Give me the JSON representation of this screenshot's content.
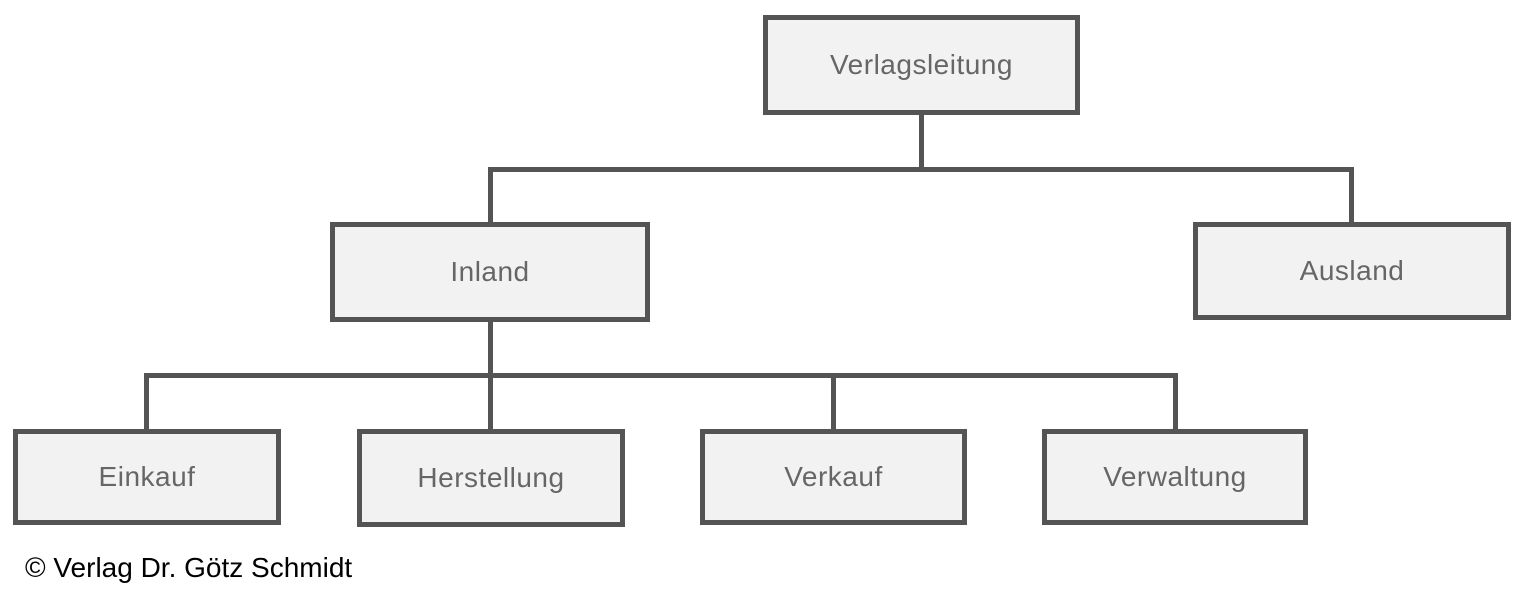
{
  "diagram": {
    "type": "org-chart",
    "nodes": {
      "verlagsleitung": {
        "label": "Verlagsleitung",
        "level": 1,
        "parent": null
      },
      "inland": {
        "label": "Inland",
        "level": 2,
        "parent": "verlagsleitung"
      },
      "ausland": {
        "label": "Ausland",
        "level": 2,
        "parent": "verlagsleitung"
      },
      "einkauf": {
        "label": "Einkauf",
        "level": 3,
        "parent": "inland"
      },
      "herstellung": {
        "label": "Herstellung",
        "level": 3,
        "parent": "inland"
      },
      "verkauf": {
        "label": "Verkauf",
        "level": 3,
        "parent": "inland"
      },
      "verwaltung": {
        "label": "Verwaltung",
        "level": 3,
        "parent": "inland"
      }
    },
    "colors": {
      "background": "#ffffff",
      "box_fill": "#f2f2f2",
      "box_border": "#545454",
      "box_text": "#666666",
      "connector": "#545454",
      "copyright_text": "#000000"
    }
  },
  "footer": {
    "copyright": "© Verlag Dr. Götz Schmidt"
  }
}
